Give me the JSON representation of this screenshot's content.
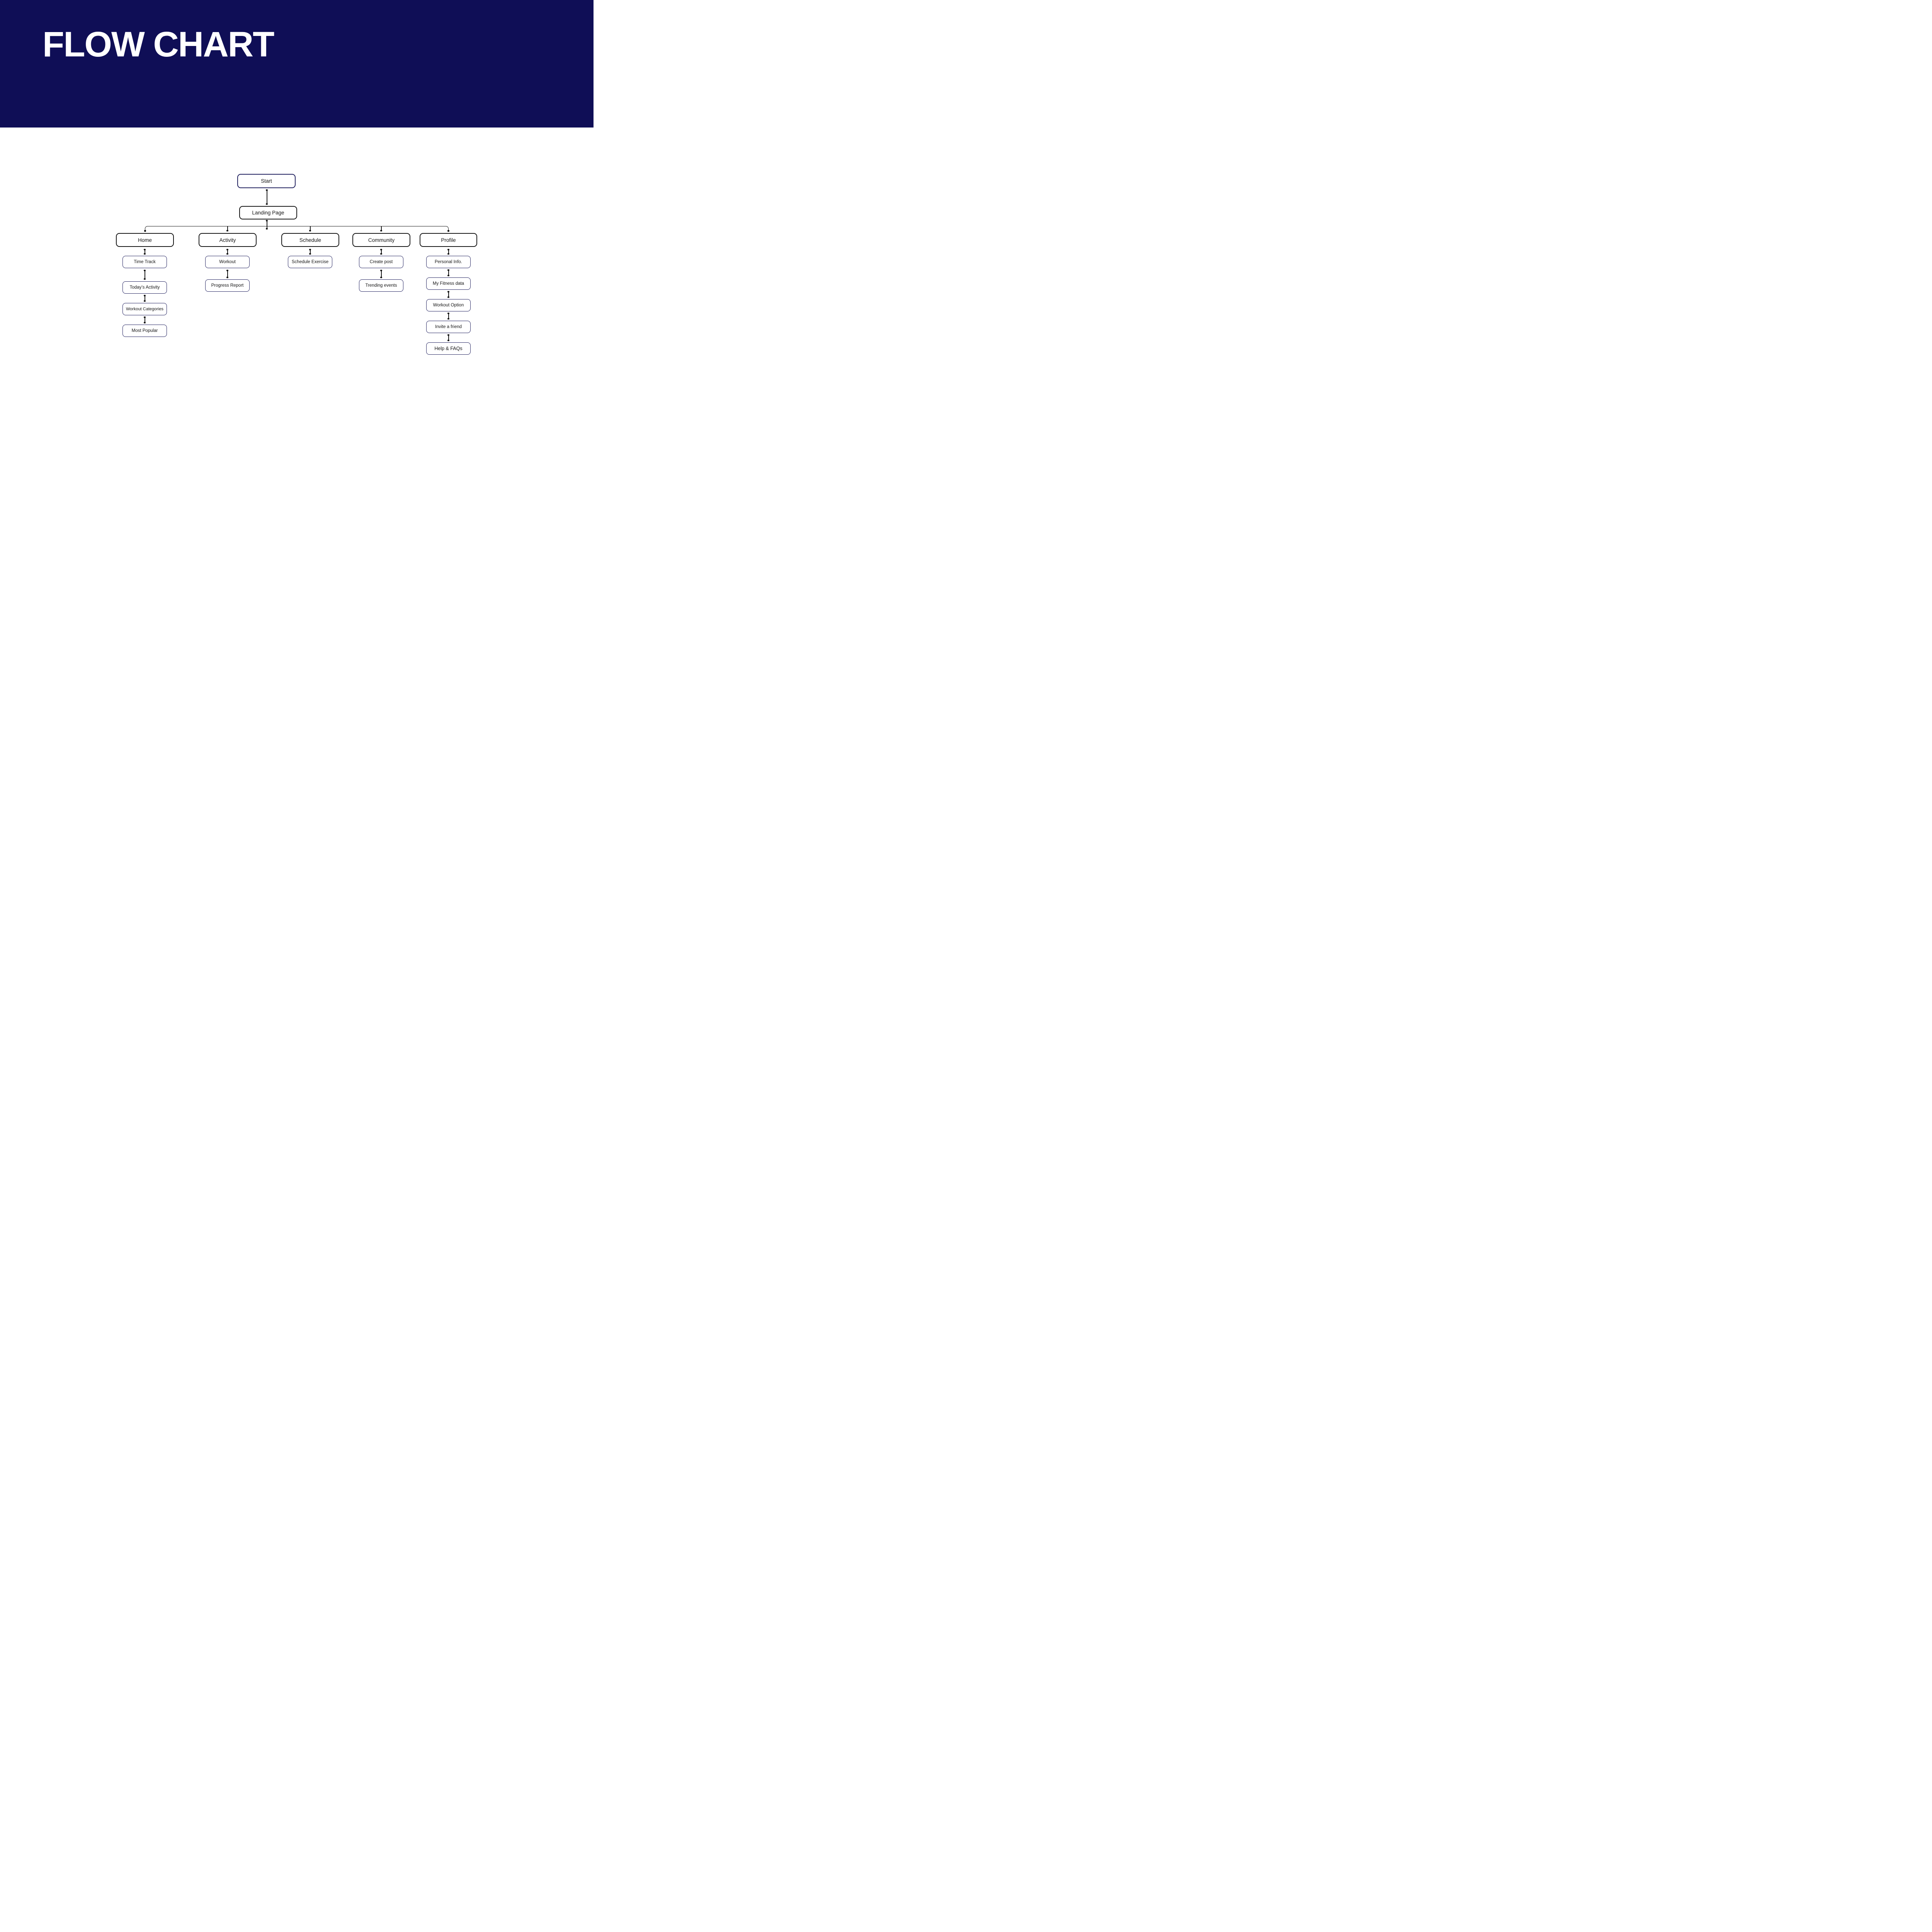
{
  "header": {
    "title": "FLOW CHART"
  },
  "flowchart": {
    "nodes": {
      "start": "Start",
      "landing": "Landing Page",
      "home": "Home",
      "activity": "Activity",
      "schedule": "Schedule",
      "community": "Community",
      "profile": "Profile",
      "time_track": "Time Track",
      "todays_activity": "Today’s Activity",
      "workout_categories": "Workout Categories",
      "most_popular": "Most Popular",
      "workout": "Workout",
      "progress_report": "Progress Report",
      "schedule_exercise": "Schedule Exercise",
      "create_post": "Create post",
      "trending_events": "Trending events",
      "personal_info": "Personal Info.",
      "my_fitness_data": "My Fitness data",
      "workout_option": "Workout Option",
      "invite_a_friend": "Invite a friend",
      "help_faqs": "Help & FAQs"
    },
    "edges": [
      [
        "start",
        "landing"
      ],
      [
        "landing",
        "home"
      ],
      [
        "landing",
        "activity"
      ],
      [
        "landing",
        "schedule"
      ],
      [
        "landing",
        "community"
      ],
      [
        "landing",
        "profile"
      ],
      [
        "home",
        "time_track"
      ],
      [
        "time_track",
        "todays_activity"
      ],
      [
        "todays_activity",
        "workout_categories"
      ],
      [
        "workout_categories",
        "most_popular"
      ],
      [
        "activity",
        "workout"
      ],
      [
        "workout",
        "progress_report"
      ],
      [
        "schedule",
        "schedule_exercise"
      ],
      [
        "community",
        "create_post"
      ],
      [
        "create_post",
        "trending_events"
      ],
      [
        "profile",
        "personal_info"
      ],
      [
        "personal_info",
        "my_fitness_data"
      ],
      [
        "my_fitness_data",
        "workout_option"
      ],
      [
        "workout_option",
        "invite_a_friend"
      ],
      [
        "invite_a_friend",
        "help_faqs"
      ]
    ],
    "colors": {
      "header_bg": "#0f0e56",
      "primary_border": "#21215f",
      "secondary_border": "#161616",
      "connector": "#141414",
      "title_color": "#ffffff",
      "text_color": "#141414"
    }
  }
}
